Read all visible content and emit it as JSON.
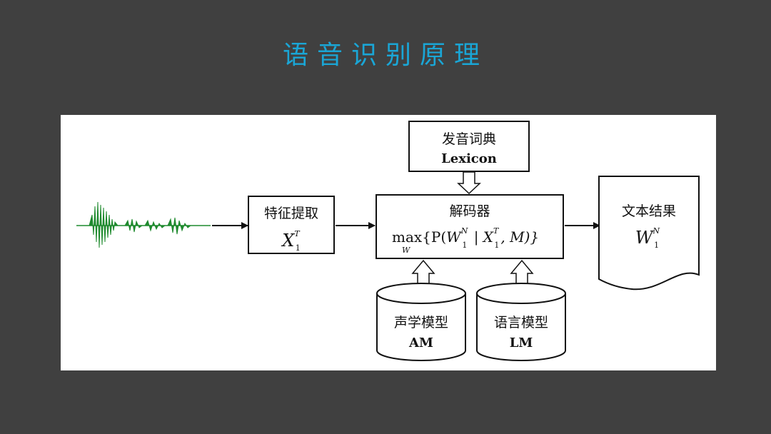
{
  "title": "语音识别原理",
  "colors": {
    "background": "#404040",
    "title": "#1aa6d6",
    "waveform": "#1f8a2e",
    "panel": "#ffffff"
  },
  "diagram": {
    "lexicon": {
      "zh": "发音词典",
      "en": "Lexicon"
    },
    "feature_extraction": {
      "zh": "特征提取",
      "symbol": "X",
      "sup": "T",
      "sub": "1"
    },
    "decoder": {
      "zh": "解码器",
      "formula": {
        "op": "max",
        "op_sub": "W",
        "open": "{P(",
        "w": "W",
        "w_sup": "N",
        "w_sub": "1",
        "bar": " | ",
        "x": "X",
        "x_sup": "T",
        "x_sub": "1",
        "close": ", M)}"
      }
    },
    "text_result": {
      "zh": "文本结果",
      "symbol": "W",
      "sup": "N",
      "sub": "1"
    },
    "acoustic_model": {
      "zh": "声学模型",
      "en": "AM"
    },
    "language_model": {
      "zh": "语言模型",
      "en": "LM"
    },
    "input_icon": "waveform-icon"
  }
}
